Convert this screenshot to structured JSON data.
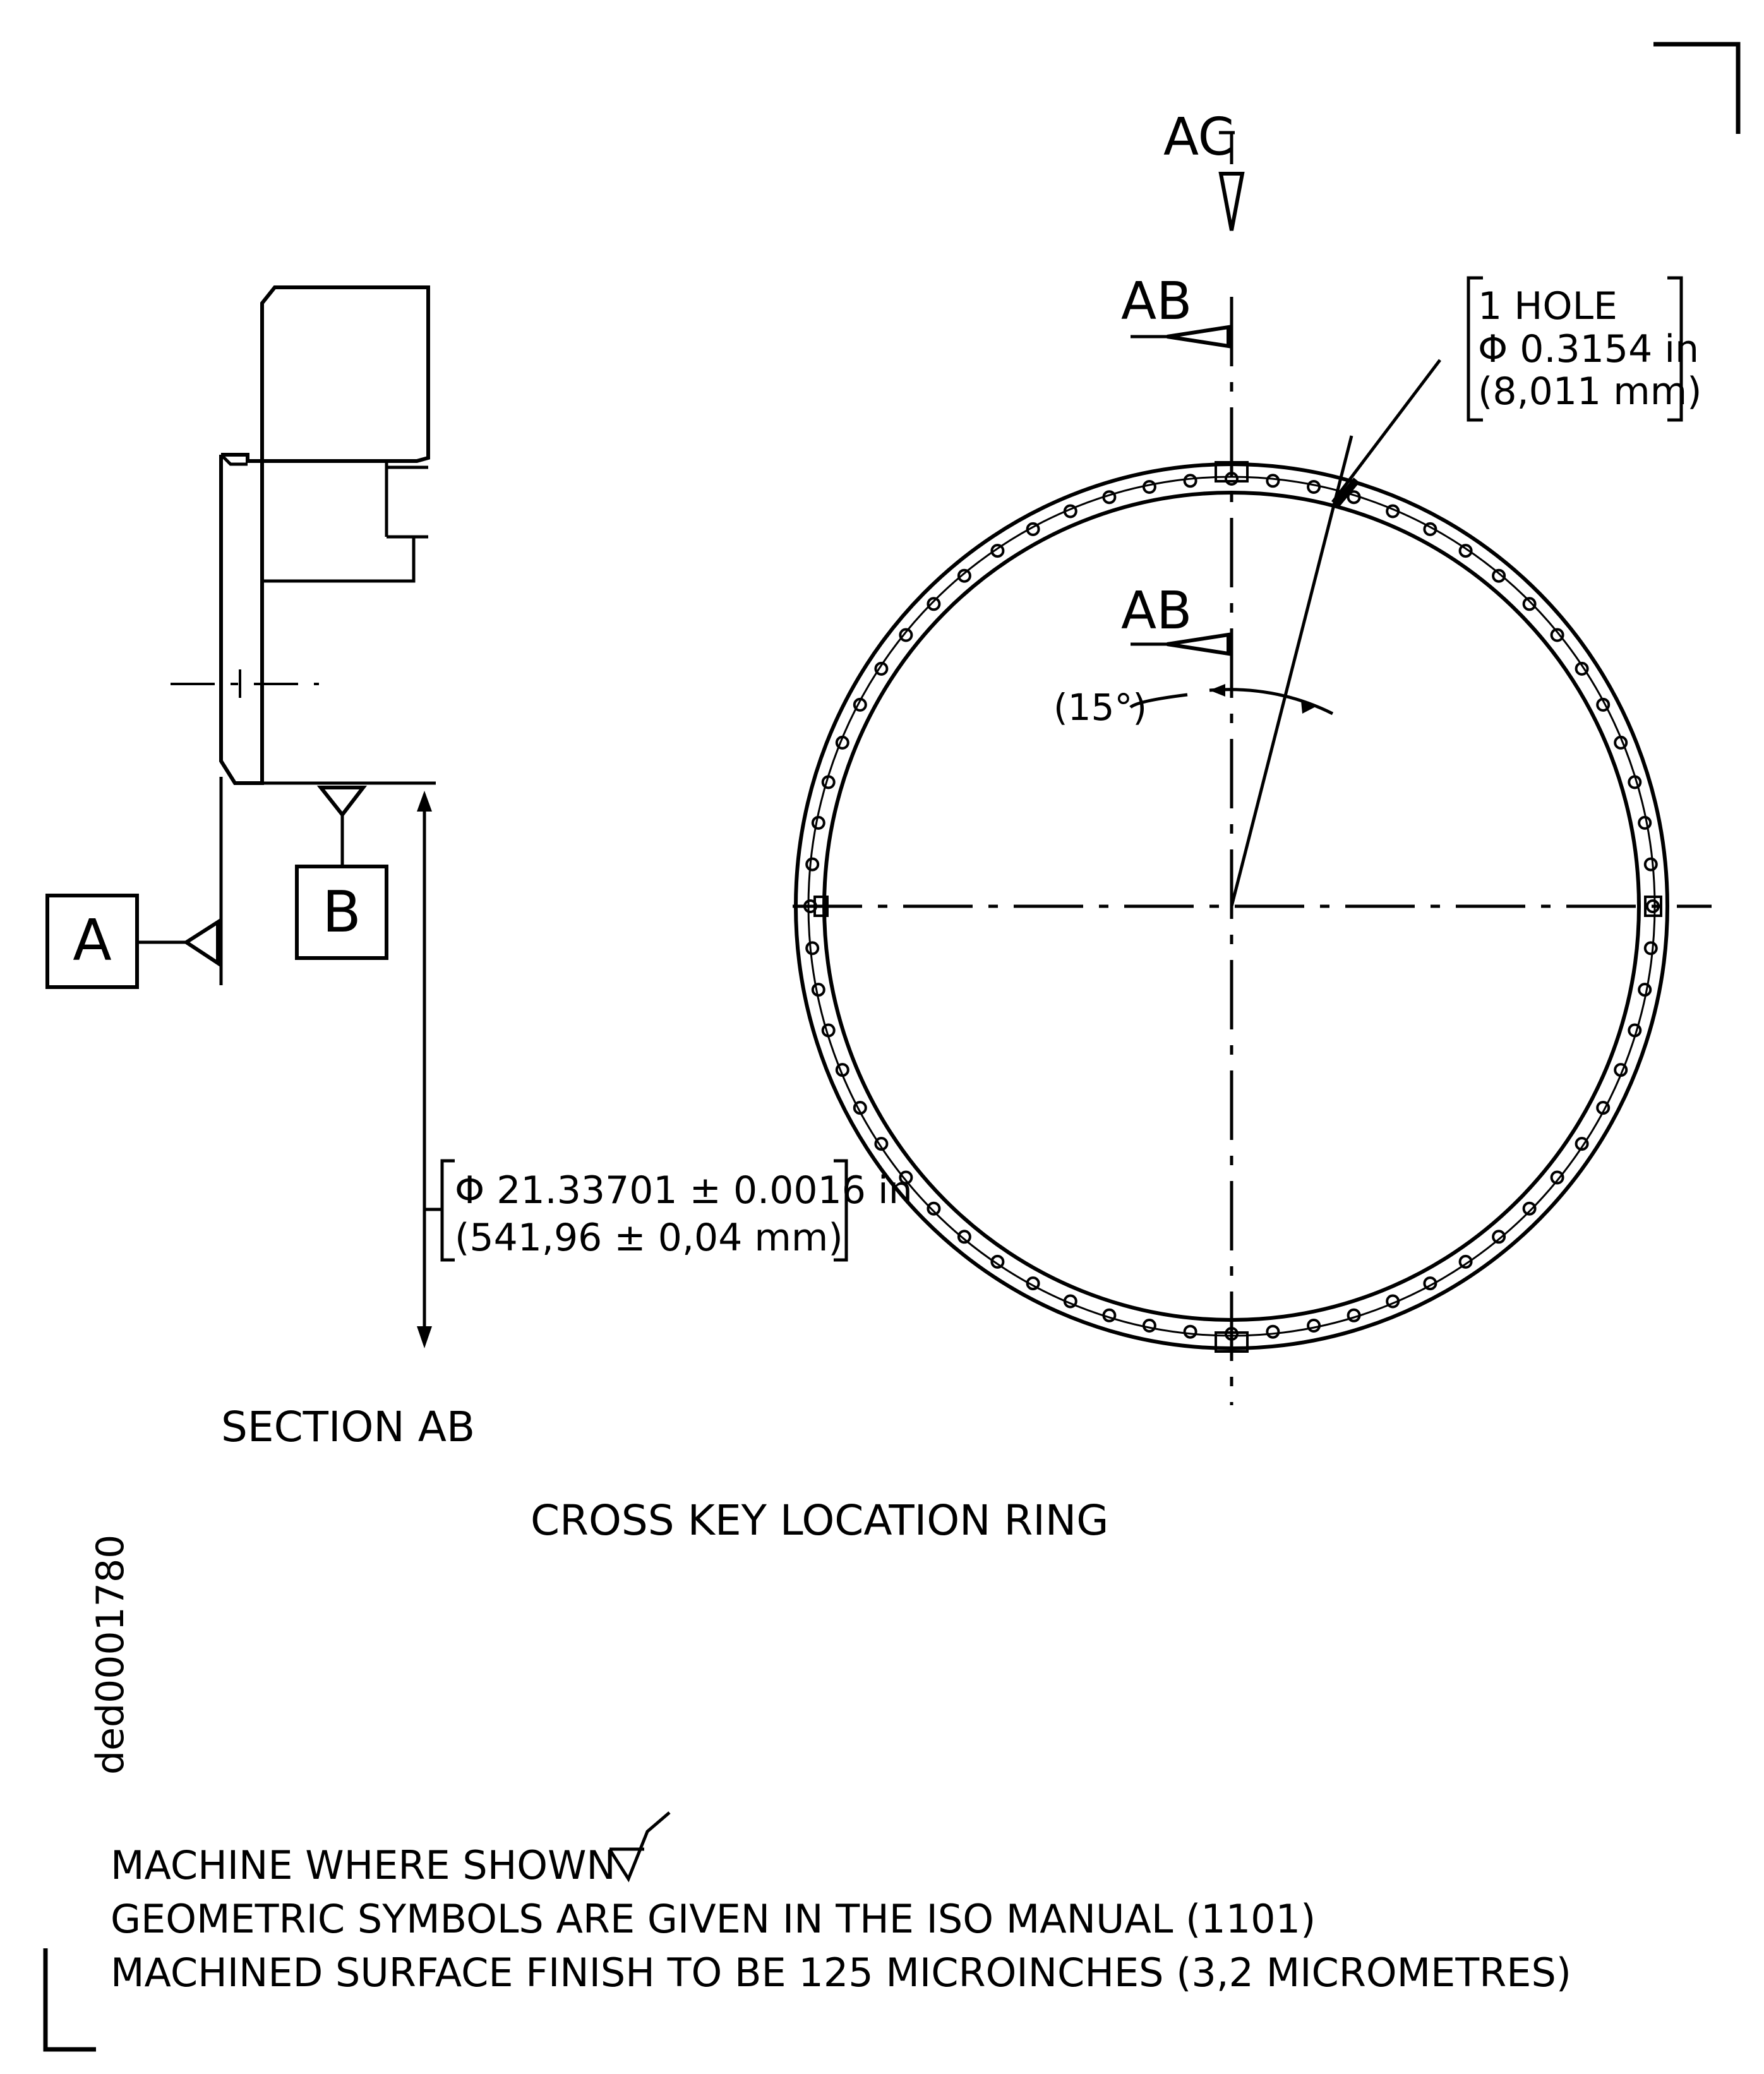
{
  "drawing": {
    "title": "CROSS KEY LOCATION RING",
    "section_title": "SECTION AB",
    "section_markers": [
      "AC",
      "AB",
      "AB"
    ],
    "datum_a": "A",
    "datum_b": "B",
    "hole_callout": [
      "1 HOLE",
      "Φ 0.3154 in",
      "(8,011 mm)"
    ],
    "angle_label": "(15°)",
    "diameter_callout": [
      "Φ 21.33701 ± 0.0016 in",
      "(541,96 ± 0,04 mm)"
    ],
    "reference_id": "ded0001780",
    "notes": [
      "MACHINE WHERE SHOWN",
      "GEOMETRIC SYMBOLS ARE GIVEN IN THE ISO MANUAL (1101)",
      "MACHINED SURFACE FINISH TO BE 125 MICROINCHES (3,2 MICROMETRES)"
    ]
  }
}
